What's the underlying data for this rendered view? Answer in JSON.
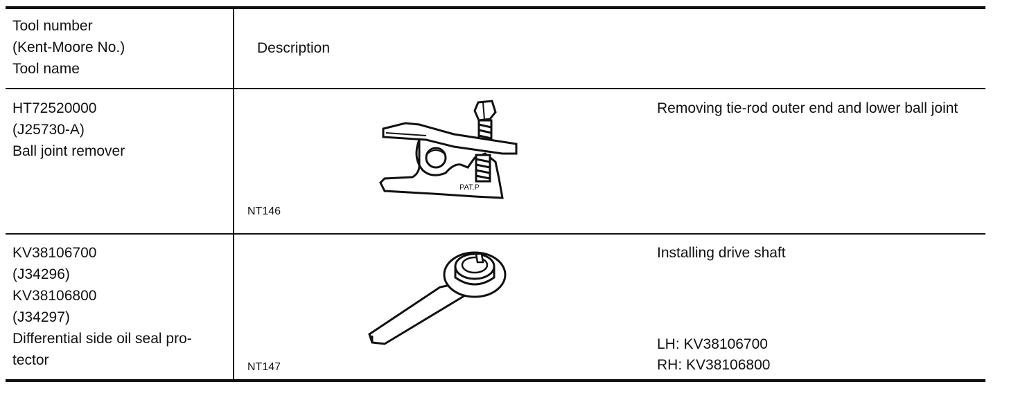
{
  "header": {
    "tool_col": [
      "Tool number",
      "(Kent-Moore No.)",
      "Tool name"
    ],
    "desc_col": "Description"
  },
  "rows": [
    {
      "tool_lines": [
        "HT72520000",
        "(J25730-A)",
        "Ball joint remover"
      ],
      "figure_code": "NT146",
      "figure_label": "PAT.P",
      "figure_icon": "ball-joint-remover-icon",
      "description": "Removing tie-rod outer end and lower ball joint"
    },
    {
      "tool_lines": [
        "KV38106700",
        "(J34296)",
        "KV38106800",
        "(J34297)",
        "Differential side oil seal pro-",
        "tector"
      ],
      "figure_code": "NT147",
      "figure_icon": "oil-seal-protector-icon",
      "description": "Installing drive shaft",
      "lh": "LH:  KV38106700",
      "rh": "RH:  KV38106800"
    }
  ]
}
